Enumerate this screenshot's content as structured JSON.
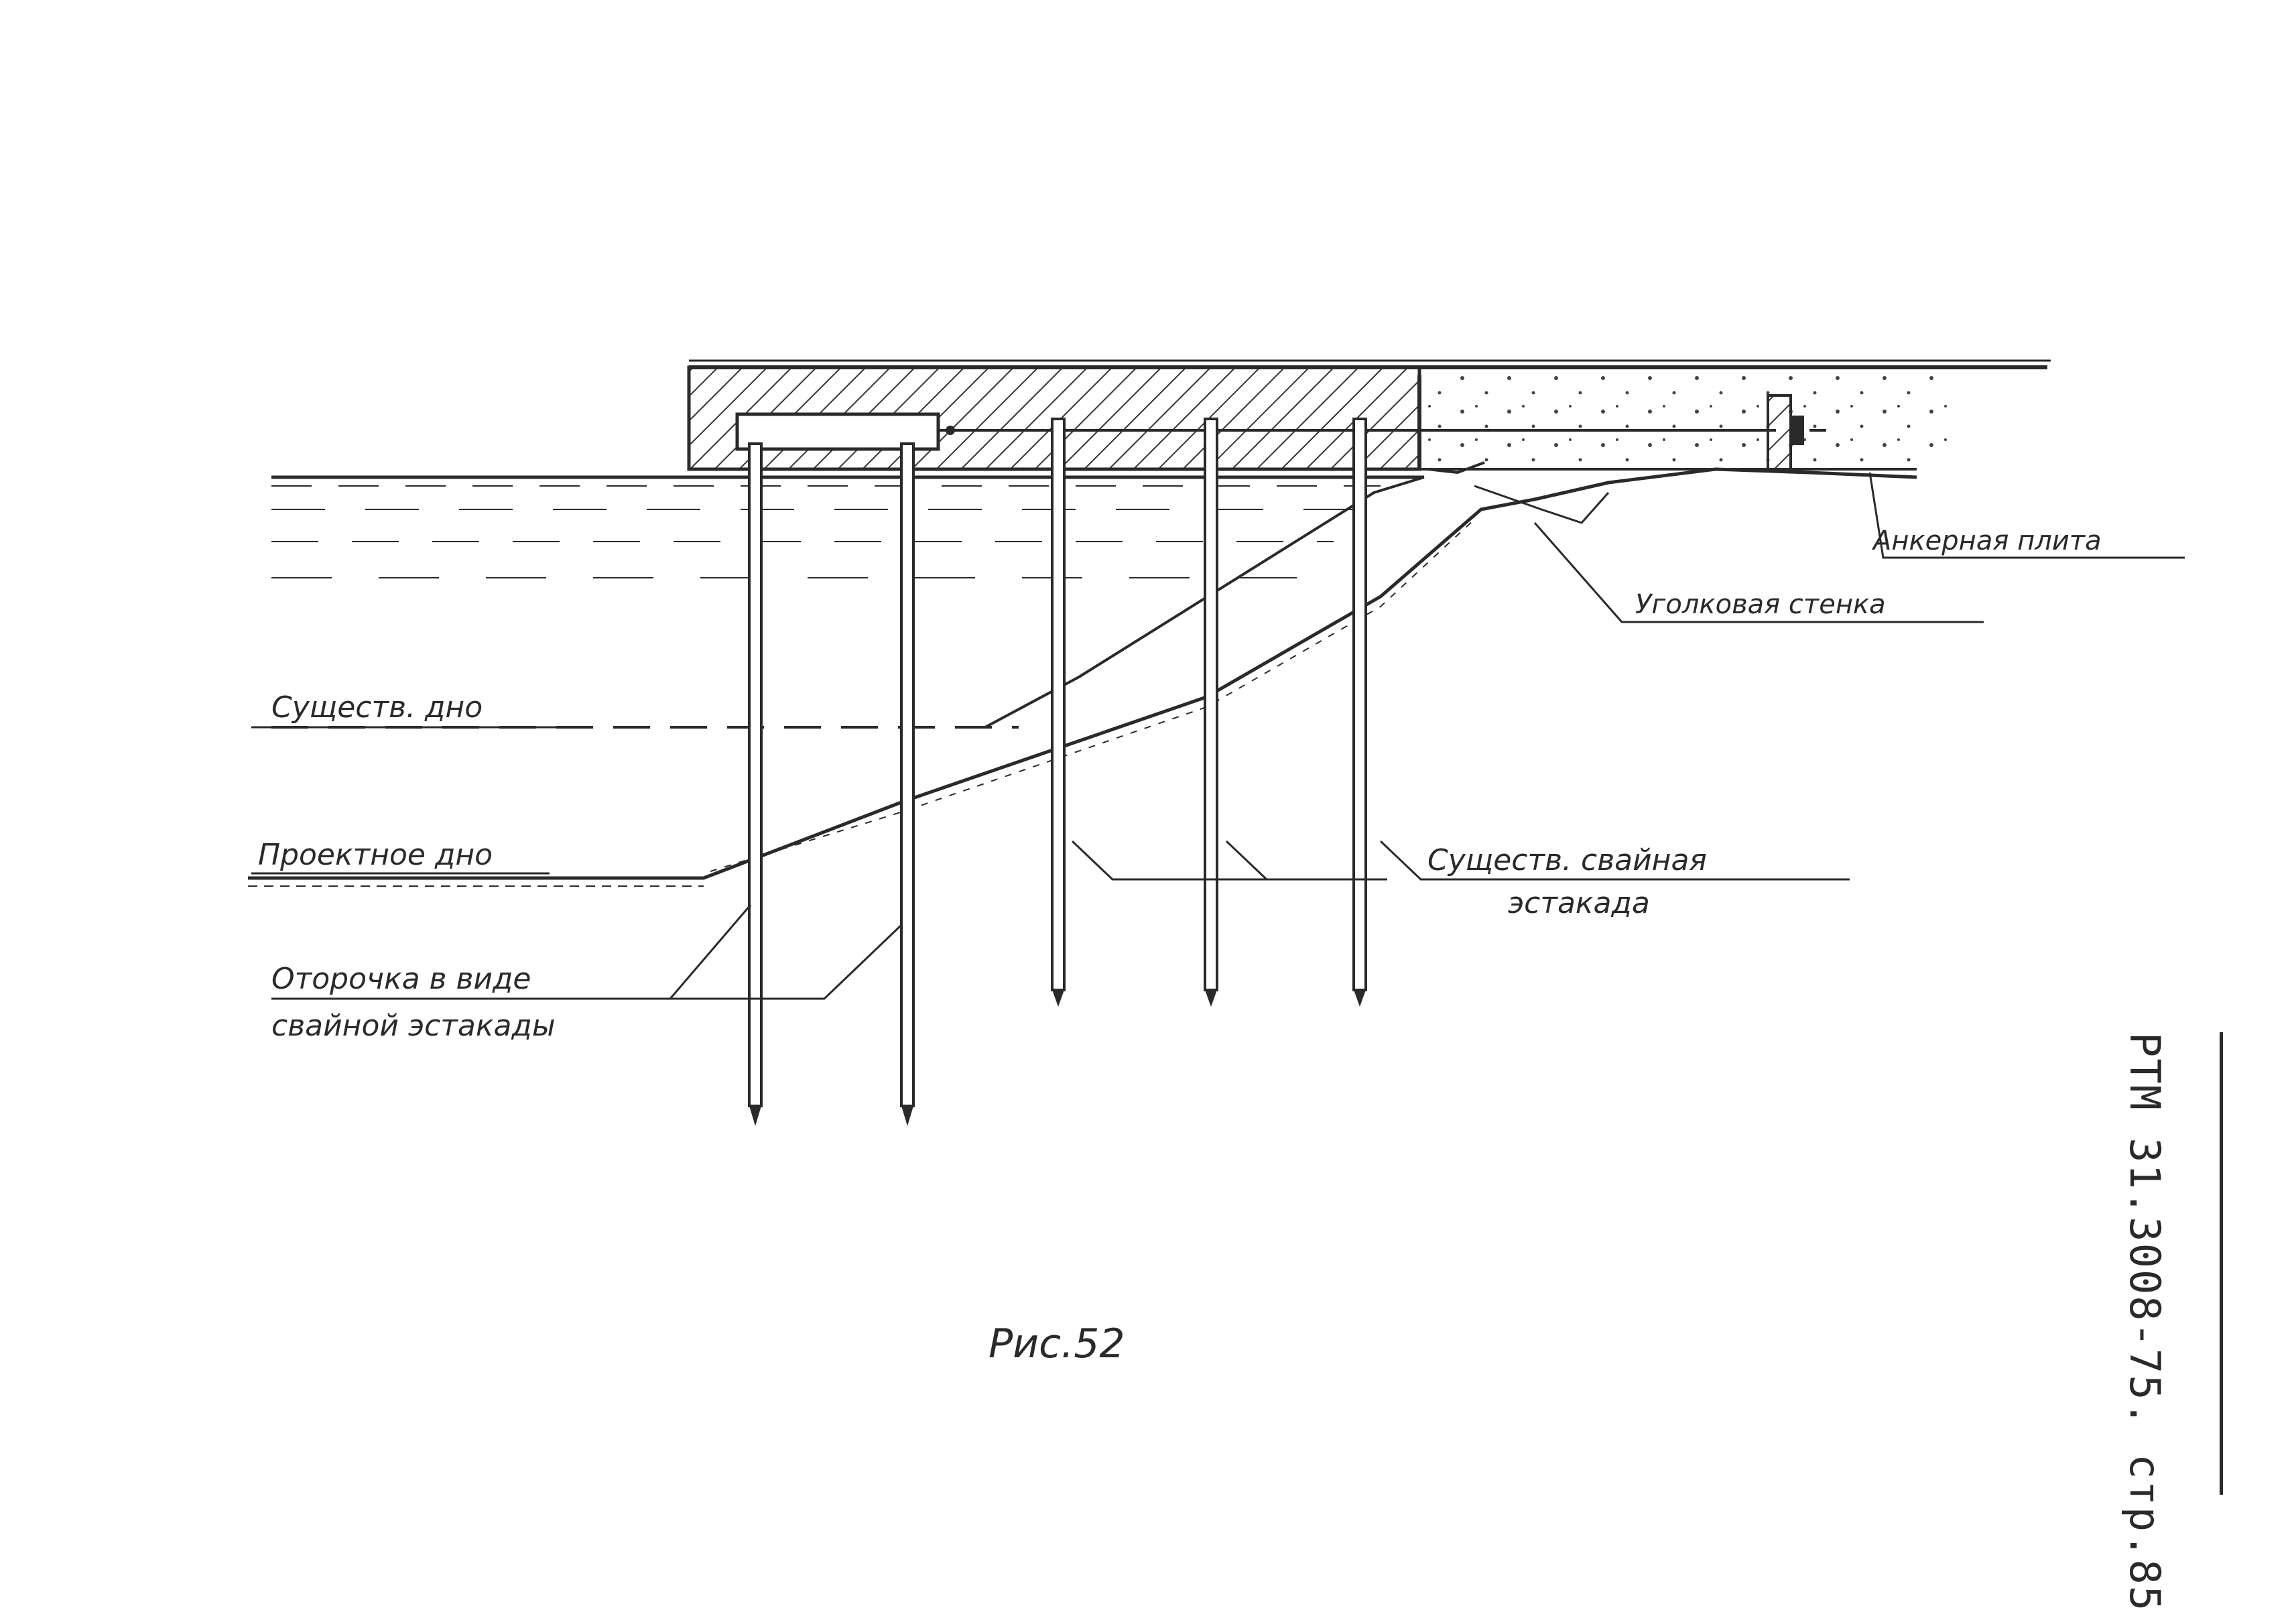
{
  "labels": {
    "anchor_plate": "Анкерная плита",
    "angle_wall": "Уголковая стенка",
    "existing_bottom": "Существ. дно",
    "design_bottom": "Проектное дно",
    "existing_trestle_line1": "Существ. свайная",
    "existing_trestle_line2": "эстакада",
    "border_line1": "Оторочка в виде",
    "border_line2": "свайной эстакады"
  },
  "figure_caption": "Рис.52",
  "document_code": "РТМ 31.3008-75. стр.85"
}
